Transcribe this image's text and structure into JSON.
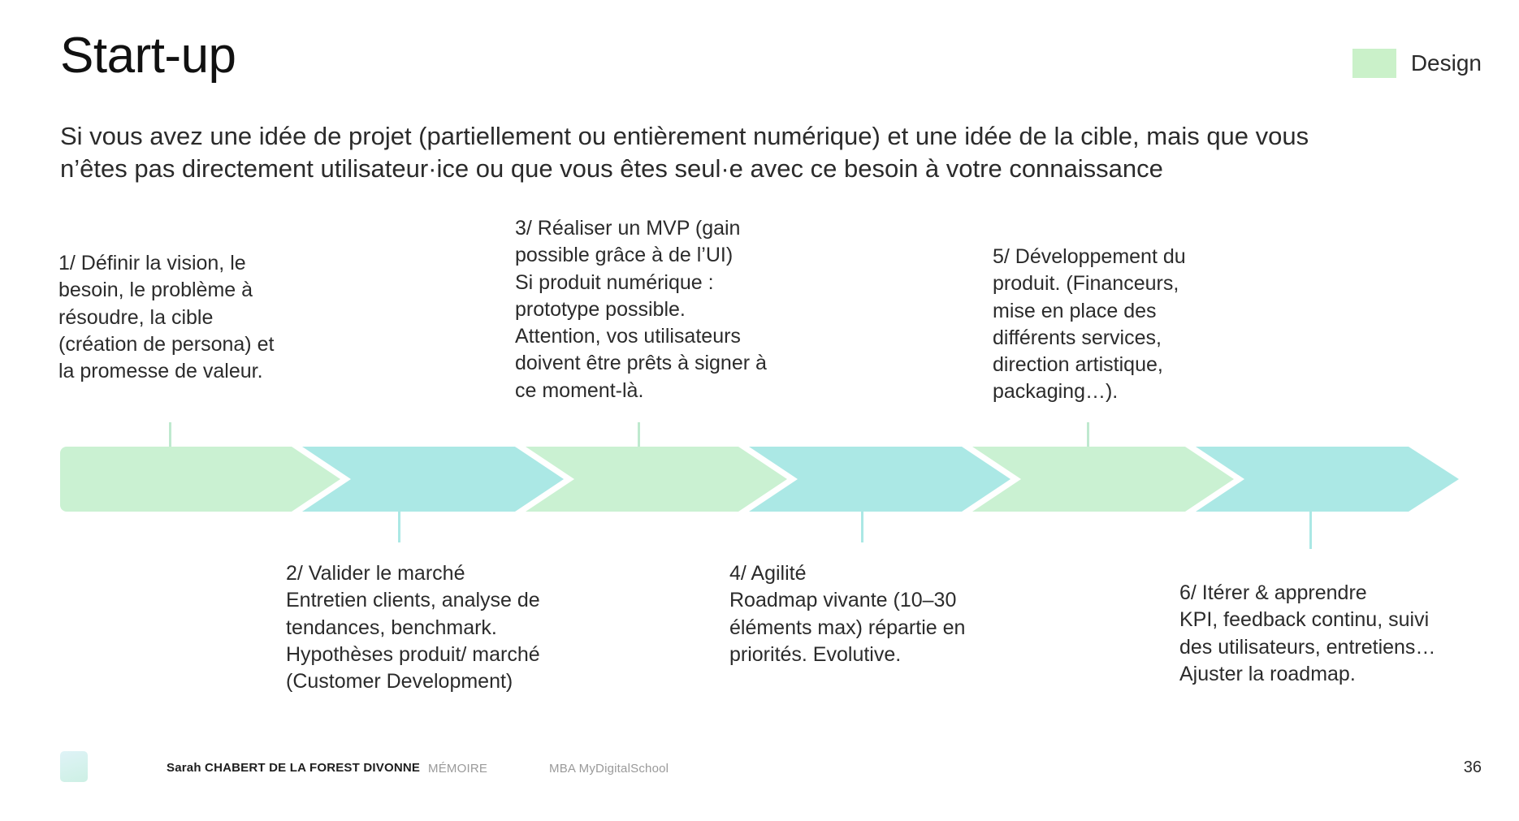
{
  "slide": {
    "title": "Start-up",
    "page_number": "36",
    "background": "#ffffff"
  },
  "legend": {
    "swatch_color": "#caf1c9",
    "label": "Design"
  },
  "subtitle": {
    "line1": "Si vous avez une idée de projet (partiellement ou entièrement numérique) et une idée de la cible, mais que vous",
    "line2": "n’êtes pas directement utilisateur·ice ou que vous êtes seul·e avec ce besoin à votre connaissance"
  },
  "colors": {
    "green": "#caf1d2",
    "cyan": "#abe8e5",
    "tick_green": "#bfe9cf",
    "tick_cyan": "#abe8e5",
    "text": "#2b2b2b",
    "muted": "#9a9a9a"
  },
  "process": {
    "type": "chevron-timeline",
    "segments": [
      {
        "index": 1,
        "color": "#caf1d2"
      },
      {
        "index": 2,
        "color": "#abe8e5"
      },
      {
        "index": 3,
        "color": "#caf1d2"
      },
      {
        "index": 4,
        "color": "#abe8e5"
      },
      {
        "index": 5,
        "color": "#caf1d2"
      },
      {
        "index": 6,
        "color": "#abe8e5"
      }
    ],
    "steps": [
      {
        "id": 1,
        "position": "above",
        "text": "1/ Définir la vision, le besoin, le problème à résoudre, la cible (création de persona) et la promesse de valeur."
      },
      {
        "id": 2,
        "position": "below",
        "text": "2/ Valider le marché\nEntretien clients, analyse de tendances, benchmark. Hypothèses produit/ marché (Customer Development)"
      },
      {
        "id": 3,
        "position": "above",
        "text": "3/ Réaliser un MVP (gain possible grâce à de l’UI)\nSi produit numérique : prototype possible.\nAttention, vos utilisateurs doivent être prêts à signer à ce moment-là."
      },
      {
        "id": 4,
        "position": "below",
        "text": "4/ Agilité\nRoadmap vivante (10–30 éléments max) répartie en priorités. Evolutive."
      },
      {
        "id": 5,
        "position": "above",
        "text": "5/ Développement du produit. (Financeurs, mise en place des différents services, direction artistique, packaging…)."
      },
      {
        "id": 6,
        "position": "below",
        "text": "6/ Itérer & apprendre\nKPI, feedback continu, suivi des utilisateurs, entretiens…\nAjuster la roadmap."
      }
    ]
  },
  "footer": {
    "author": "Sarah CHABERT DE LA FOREST DIVONNE",
    "memoire": "MÉMOIRE",
    "school": "MBA MyDigitalSchool"
  }
}
